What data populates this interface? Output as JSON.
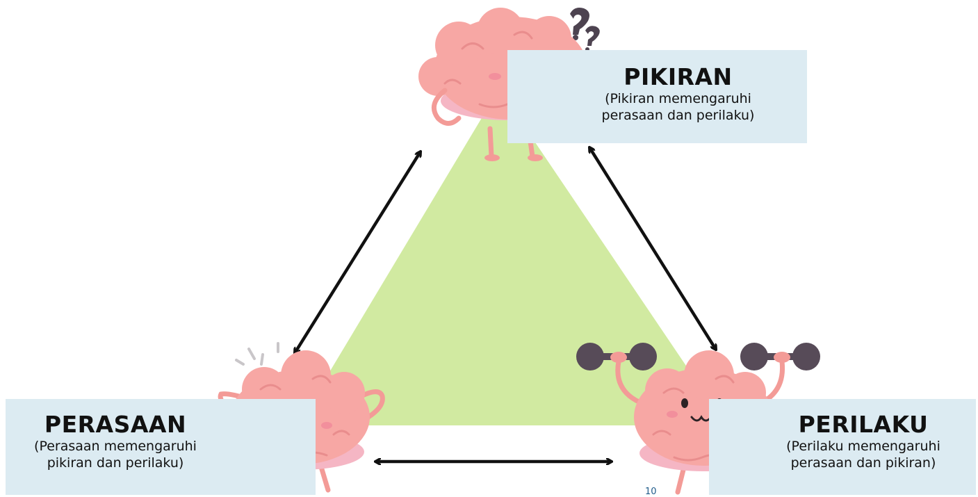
{
  "colors": {
    "triangle": "#d1eaa1",
    "label_box": "#dcebf2",
    "arrow": "#111111",
    "brain": "#f7a7a4",
    "brain_dark": "#e98d8d",
    "dumbbell": "#574b58"
  },
  "nodes": {
    "thought": {
      "title": "PIKIRAN",
      "subtitle_line1": "(Pikiran memengaruhi",
      "subtitle_line2": "perasaan dan perilaku)"
    },
    "feeling": {
      "title": "PERASAAN",
      "subtitle_line1": "(Perasaan memengaruhi",
      "subtitle_line2": "pikiran dan perilaku)"
    },
    "behavior": {
      "title": "PERILAKU",
      "subtitle_line1": "(Perilaku memengaruhi",
      "subtitle_line2": "perasaan dan pikiran)"
    }
  },
  "icons": {
    "thought_brain": "confused-brain-icon",
    "question_marks": "question-marks-icon",
    "feeling_brain": "frustrated-brain-icon",
    "behavior_brain": "lifting-brain-icon"
  },
  "page_number": "10"
}
